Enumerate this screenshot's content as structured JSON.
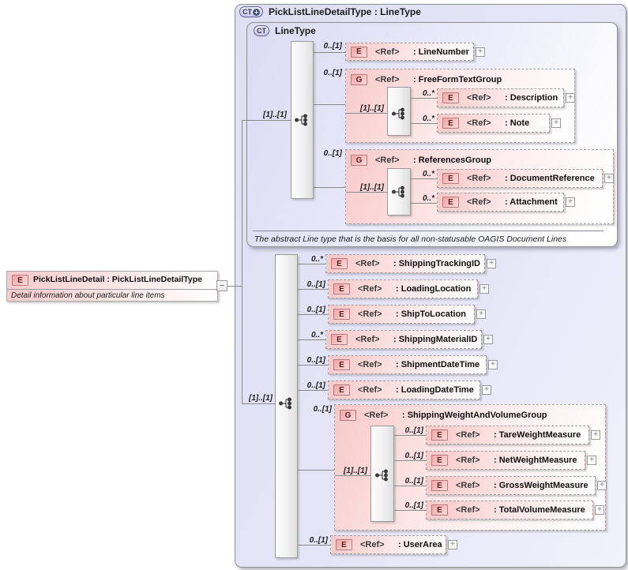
{
  "colors": {
    "lavender_fill": "#e3e3f6",
    "pink_fill": "#f7c9c9",
    "badge_border_red": "#b87a7a",
    "box_border_gray": "#9f9f9f",
    "connector_gray": "#8a8a8a",
    "ct_badge_border": "#5d6492"
  },
  "glyphs": {
    "plus": "+",
    "minus": "−"
  },
  "header": {
    "badge": "CT",
    "title": "PickListLineDetailType : LineType"
  },
  "linetype": {
    "badge": "CT",
    "title": "LineType",
    "trunk_card": "[1]..[1]",
    "annotation": "The abstract Line type that is the basis for all non-statusable OAGIS Document Lines"
  },
  "root": {
    "badge": "E",
    "title": "PickListLineDetail : PickListLineDetailType",
    "annotation": "Detail information about particular line items"
  },
  "body": {
    "trunk_card": "[1]..[1]"
  },
  "elements": {
    "line_number": {
      "badge": "E",
      "ref": "<Ref>",
      "name": ": LineNumber",
      "card": "0..[1]"
    },
    "freeform_group": {
      "badge": "G",
      "ref": "<Ref>",
      "name": ": FreeFormTextGroup",
      "card": "0..[1]",
      "seq_card": "[1]..[1]"
    },
    "description": {
      "badge": "E",
      "ref": "<Ref>",
      "name": ": Description",
      "card": "0..*"
    },
    "note": {
      "badge": "E",
      "ref": "<Ref>",
      "name": ": Note",
      "card": "0..*"
    },
    "references_group": {
      "badge": "G",
      "ref": "<Ref>",
      "name": ": ReferencesGroup",
      "card": "0..[1]",
      "seq_card": "[1]..[1]"
    },
    "document_reference": {
      "badge": "E",
      "ref": "<Ref>",
      "name": ": DocumentReference",
      "card": "0..*"
    },
    "attachment": {
      "badge": "E",
      "ref": "<Ref>",
      "name": ": Attachment",
      "card": "0..*"
    },
    "shipping_tracking_id": {
      "badge": "E",
      "ref": "<Ref>",
      "name": ": ShippingTrackingID",
      "card": "0..*"
    },
    "loading_location": {
      "badge": "E",
      "ref": "<Ref>",
      "name": ": LoadingLocation",
      "card": "0..[1]"
    },
    "ship_to_location": {
      "badge": "E",
      "ref": "<Ref>",
      "name": ": ShipToLocation",
      "card": "0..[1]"
    },
    "shipping_material_id": {
      "badge": "E",
      "ref": "<Ref>",
      "name": ": ShippingMaterialID",
      "card": "0..*"
    },
    "shipment_date_time": {
      "badge": "E",
      "ref": "<Ref>",
      "name": ": ShipmentDateTime",
      "card": "0..[1]"
    },
    "loading_date_time": {
      "badge": "E",
      "ref": "<Ref>",
      "name": ": LoadingDateTime",
      "card": "0..[1]"
    },
    "weight_volume_group": {
      "badge": "G",
      "ref": "<Ref>",
      "name": ": ShippingWeightAndVolumeGroup",
      "card": "0..[1]",
      "seq_card": "[1]..[1]"
    },
    "tare_weight_measure": {
      "badge": "E",
      "ref": "<Ref>",
      "name": ": TareWeightMeasure",
      "card": "0..[1]"
    },
    "net_weight_measure": {
      "badge": "E",
      "ref": "<Ref>",
      "name": ": NetWeightMeasure",
      "card": "0..[1]"
    },
    "gross_weight_measure": {
      "badge": "E",
      "ref": "<Ref>",
      "name": ": GrossWeightMeasure",
      "card": "0..[1]"
    },
    "total_volume_measure": {
      "badge": "E",
      "ref": "<Ref>",
      "name": ": TotalVolumeMeasure",
      "card": "0..[1]"
    },
    "user_area": {
      "badge": "E",
      "ref": "<Ref>",
      "name": ": UserArea",
      "card": "0..[1]"
    }
  }
}
